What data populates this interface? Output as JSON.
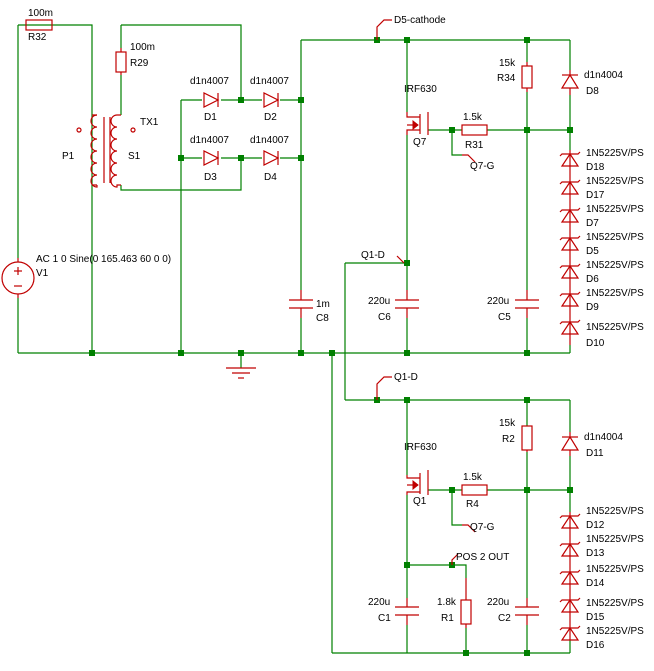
{
  "title": "",
  "labels": {
    "r32_val": "100m",
    "r32_ref": "R32",
    "r29_val": "100m",
    "r29_ref": "R29",
    "tx1": "TX1",
    "p1": "P1",
    "s1": "S1",
    "d1_val": "d1n4007",
    "d1_ref": "D1",
    "d2_val": "d1n4007",
    "d2_ref": "D2",
    "d3_val": "d1n4007",
    "d3_ref": "D3",
    "d4_val": "d1n4007",
    "d4_ref": "D4",
    "v1_val": "AC 1 0 Sine(0 165.463 60 0 0)",
    "v1_ref": "V1",
    "c8_val": "1m",
    "c8_ref": "C8",
    "d5c": "D5-cathode",
    "irf1": "IRF630",
    "q7": "Q7",
    "r31_val": "1.5k",
    "r31_ref": "R31",
    "q7g": "Q7-G",
    "r34_val": "15k",
    "r34_ref": "R34",
    "d8_val": "d1n4004",
    "d8_ref": "D8",
    "z_val": "1N5225V/PS",
    "d18": "D18",
    "d17": "D17",
    "d7": "D7",
    "d5": "D5",
    "d6": "D6",
    "d9": "D9",
    "d10": "D10",
    "q1d": "Q1-D",
    "c6_val": "220u",
    "c6_ref": "C6",
    "c5_val": "220u",
    "c5_ref": "C5",
    "q1d2": "Q1-D",
    "irf2": "IRF630",
    "q1": "Q1",
    "r4_val": "1.5k",
    "r4_ref": "R4",
    "q7g2": "Q7-G",
    "r2_val": "15k",
    "r2_ref": "R2",
    "d11_val": "d1n4004",
    "d11_ref": "D11",
    "d12": "D12",
    "d13": "D13",
    "d14": "D14",
    "d15": "D15",
    "d16": "D16",
    "pos2": "POS 2 OUT",
    "c1_val": "220u",
    "c1_ref": "C1",
    "r1_val": "1.8k",
    "r1_ref": "R1",
    "c2_val": "220u",
    "c2_ref": "C2"
  }
}
